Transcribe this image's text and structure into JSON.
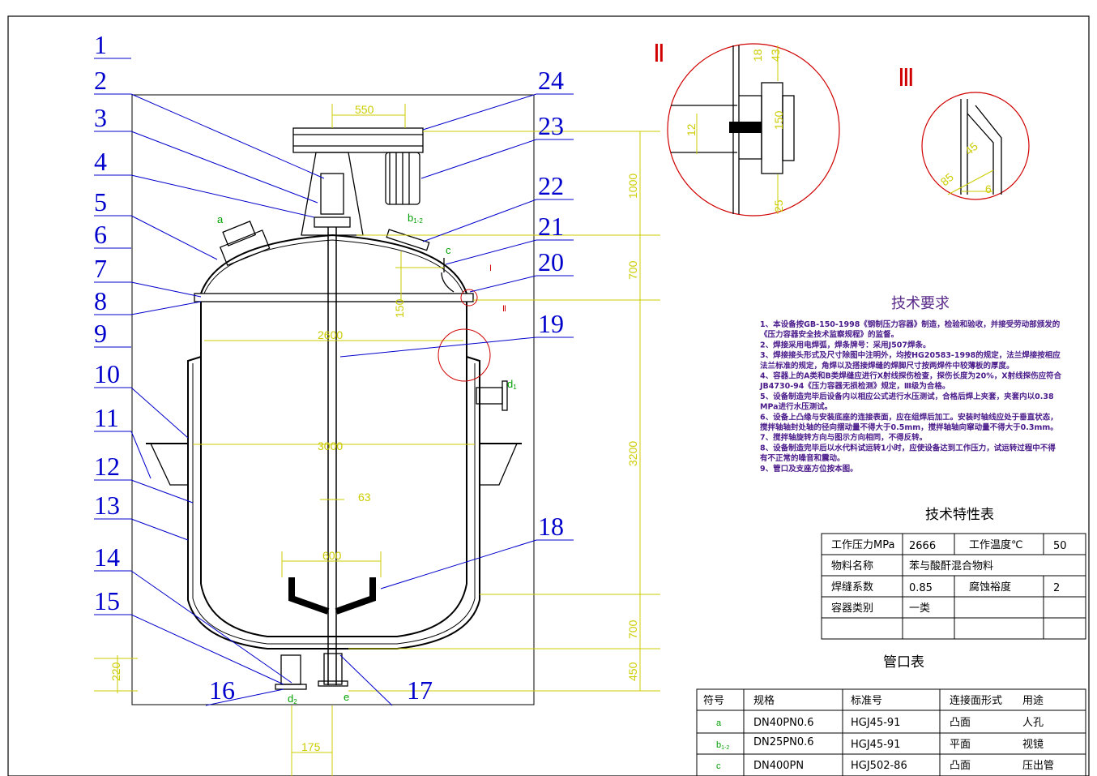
{
  "part_numbers_left": [
    "1",
    "2",
    "3",
    "4",
    "5",
    "6",
    "7",
    "8",
    "9",
    "10",
    "11",
    "12",
    "13",
    "14",
    "15",
    "16"
  ],
  "part_numbers_right": [
    "24",
    "23",
    "22",
    "21",
    "20",
    "19",
    "18",
    "17"
  ],
  "nozzle_labels": {
    "a": "a",
    "b": "b",
    "b_sub": "1-2",
    "c": "c",
    "d1": "d",
    "d1_sub": "1",
    "d2": "d",
    "d2_sub": "2",
    "e": "e"
  },
  "dimensions": {
    "motor_width": "550",
    "vessel_diameter_top": "2600",
    "vessel_diameter_jacket": "3000",
    "shaft": "63",
    "agitator": "600",
    "height_1": "1000",
    "height_2": "700",
    "height_3": "3200",
    "height_4": "700",
    "height_5": "450",
    "leg": "220",
    "bottom": "175",
    "nozzle_h": "150"
  },
  "detail_labels": {
    "detail_2": "Ⅱ",
    "detail_3": "Ⅲ",
    "detail_1_marker": "Ⅰ",
    "detail_2_marker": "Ⅱ"
  },
  "detail_dims": {
    "d2_a": "18",
    "d2_b": "43",
    "d2_c": "150",
    "d2_d": "25",
    "d2_e": "12",
    "d3_a": "85",
    "d3_b": "6",
    "d3_c": "45"
  },
  "tech_requirements": {
    "title": "技术要求",
    "lines": [
      "1、本设备按GB-150-1998《钢制压力容器》制造，检验和验收，并接受劳动部颁发的",
      "《压力容器安全技术监察规程》的监督。",
      "2、焊接采用电焊弧，焊条牌号：采用J507焊条。",
      "3、焊接接头形式及尺寸除图中注明外，均按HG20583-1998的规定，法兰焊接按相应",
      "法兰标准的规定，角焊以及搭接焊缝的焊脚尺寸按两焊件中较薄板的厚度。",
      "4、容器上的A类和B类焊缝应进行X射线探伤检查，探伤长度为20%，X射线探伤应符合",
      "JB4730-94《压力容器无损检测》规定，Ⅲ级为合格。",
      "5、设备制造完毕后设备内以相应公式进行水压测试，合格后焊上夹套，夹套内以0.38",
      "MPa进行水压测试。",
      "6、设备上凸缘与安装底座的连接表面，应在组焊后加工。安装时轴线应处于垂直状态，",
      "搅拌轴轴封处轴的径向摆动量不得大于0.5mm，搅拌轴轴向窜动量不得大于0.3mm。",
      "7、搅拌轴旋转方向与图示方向相同，不得反转。",
      "8、设备制造完毕后以水代料试运转1小时，应使设备达到工作压力，试运转过程中不得",
      "有不正常的噪音和震动。",
      "9、管口及支座方位按本图。"
    ]
  },
  "char_table": {
    "title": "技术特性表",
    "rows": [
      [
        "工作压力MPa",
        "2666",
        "工作温度℃",
        "50"
      ],
      [
        "物料名称",
        "苯与酸酐混合物料",
        "",
        ""
      ],
      [
        "焊缝系数",
        "0.85",
        "腐蚀裕度",
        "2"
      ],
      [
        "容器类别",
        "一类",
        "",
        ""
      ],
      [
        "",
        "",
        "",
        ""
      ]
    ]
  },
  "nozzle_table": {
    "title": "管口表",
    "header": [
      "符号",
      "规格",
      "标准号",
      "连接面形式",
      "用途"
    ],
    "rows": [
      {
        "sym": "a",
        "sub": "",
        "spec": "DN40PN0.6",
        "std": "HGJ45-91",
        "face": "凸面",
        "use": "人孔"
      },
      {
        "sym": "b",
        "sub": "1-2",
        "spec": "DN25PN0.6",
        "std": "HGJ45-91",
        "face": "平面",
        "use": "视镜"
      },
      {
        "sym": "c",
        "sub": "",
        "spec": "DN400PN",
        "std": "HGJ502-86",
        "face": "凸面",
        "use": "压出管"
      }
    ]
  },
  "colors": {
    "blue": "#0000cc",
    "yellow": "#cccc00",
    "red": "#d00000",
    "green": "#00a000",
    "line": "#000000"
  }
}
